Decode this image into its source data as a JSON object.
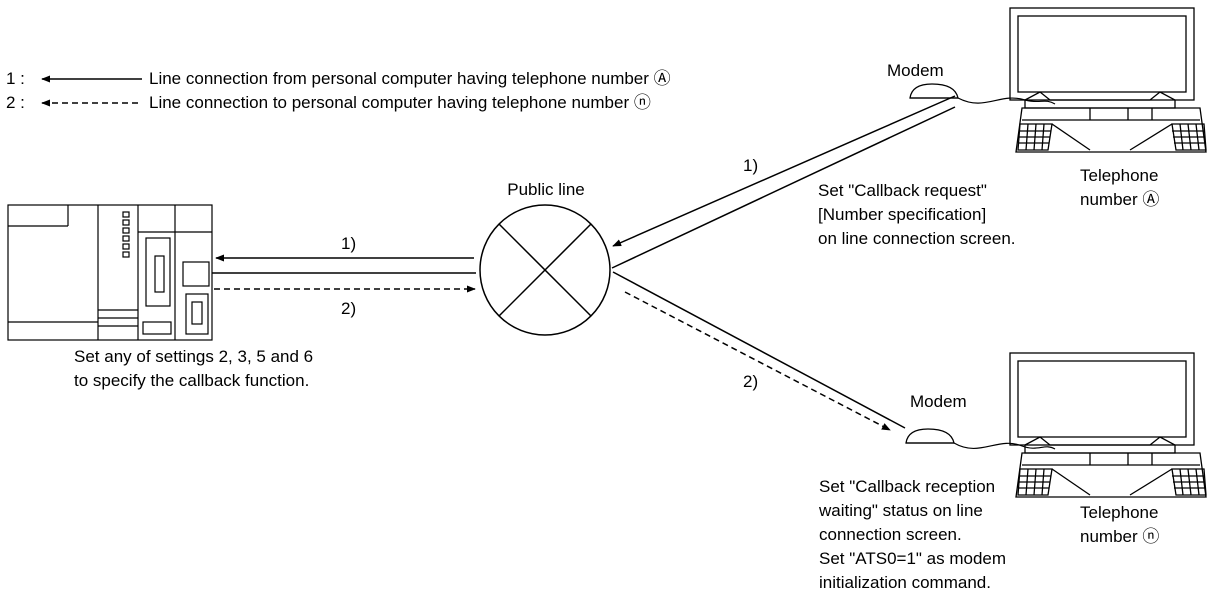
{
  "legend": {
    "items": [
      {
        "num": "1 :",
        "style": "solid",
        "text": "Line connection from personal computer having telephone number Ⓐ"
      },
      {
        "num": "2 :",
        "style": "dashed",
        "text": "Line connection to personal computer having telephone number ⓝ"
      }
    ]
  },
  "public_line": {
    "label": "Public line"
  },
  "plc": {
    "note_lines": [
      "Set any of settings 2, 3, 5 and 6",
      "to specify the callback function."
    ]
  },
  "path_labels": {
    "plc_1": "1)",
    "plc_2": "2)",
    "top_1": "1)",
    "bottom_2": "2)"
  },
  "top_station": {
    "modem_label": "Modem",
    "note_lines": [
      "Set \"Callback request\"",
      "[Number specification]",
      "on line connection screen."
    ],
    "phone_lines": [
      "Telephone",
      "number Ⓐ"
    ]
  },
  "bottom_station": {
    "modem_label": "Modem",
    "note_lines": [
      "Set \"Callback reception",
      "waiting\" status on line",
      "connection screen.",
      "Set \"ATS0=1\" as modem",
      "initialization command."
    ],
    "phone_lines": [
      "Telephone",
      "number ⓝ"
    ]
  },
  "icons": [
    "plc-unit-icon",
    "public-line-icon",
    "modem-icon",
    "personal-computer-icon"
  ]
}
